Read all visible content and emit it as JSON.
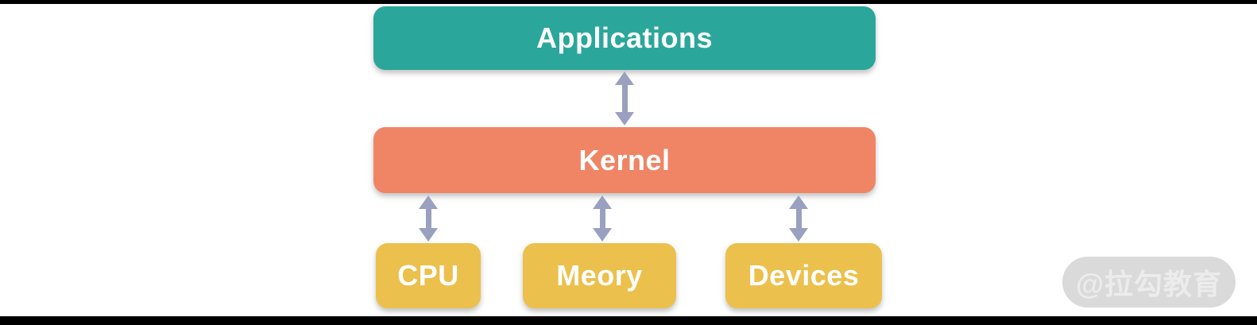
{
  "colors": {
    "background": "#ffffff",
    "border-bar": "#000000",
    "teal": "#2aa79a",
    "coral": "#ef8565",
    "yellow": "#ecc04c",
    "arrow": "#9aa0bf",
    "box-text": "#ffffff",
    "watermark-bg": "#dadada",
    "watermark-text": "#ececec"
  },
  "diagram": {
    "nodes": {
      "applications": {
        "label": "Applications"
      },
      "kernel": {
        "label": "Kernel"
      },
      "cpu": {
        "label": "CPU"
      },
      "memory": {
        "label": "Meory"
      },
      "devices": {
        "label": "Devices"
      }
    },
    "edges": [
      {
        "from": "Applications",
        "to": "Kernel",
        "type": "double-arrow"
      },
      {
        "from": "Kernel",
        "to": "CPU",
        "type": "double-arrow"
      },
      {
        "from": "Kernel",
        "to": "Meory",
        "type": "double-arrow"
      },
      {
        "from": "Kernel",
        "to": "Devices",
        "type": "double-arrow"
      }
    ]
  },
  "watermark": {
    "text": "@拉勾教育"
  }
}
